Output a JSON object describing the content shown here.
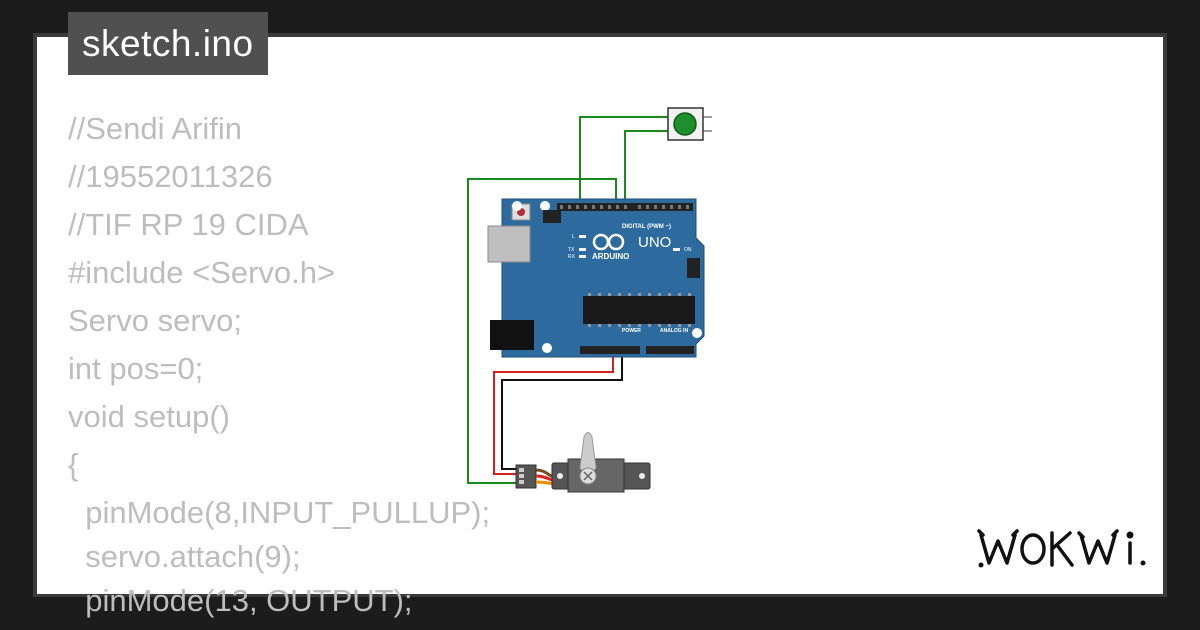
{
  "file_tab": {
    "label": "sketch.ino"
  },
  "code_lines": [
    "//Sendi Arifin",
    "//19552011326",
    "//TIF RP 19 CIDA",
    "#include <Servo.h>",
    "Servo servo;",
    "int pos=0;",
    "void setup()",
    "{",
    "  pinMode(8,INPUT_PULLUP);",
    "  servo.attach(9);",
    "  pinMode(13, OUTPUT);"
  ],
  "board": {
    "brand": "ARDUINO",
    "model": "UNO",
    "digital_label": "DIGITAL (PWM ~)",
    "power_label": "POWER",
    "analog_label": "ANALOG IN",
    "led_labels": [
      "L",
      "TX",
      "RX"
    ],
    "on_label": "ON"
  },
  "logo": {
    "text": "WOKWi"
  },
  "colors": {
    "background": "#1c1c1c",
    "canvas": "#ffffff",
    "code_text": "#bdbdbd",
    "board": "#2d6b9e",
    "wire_green": "#1a8a1a",
    "wire_red": "#d42020",
    "wire_black": "#111111",
    "button_cap": "#1e8f2a"
  }
}
